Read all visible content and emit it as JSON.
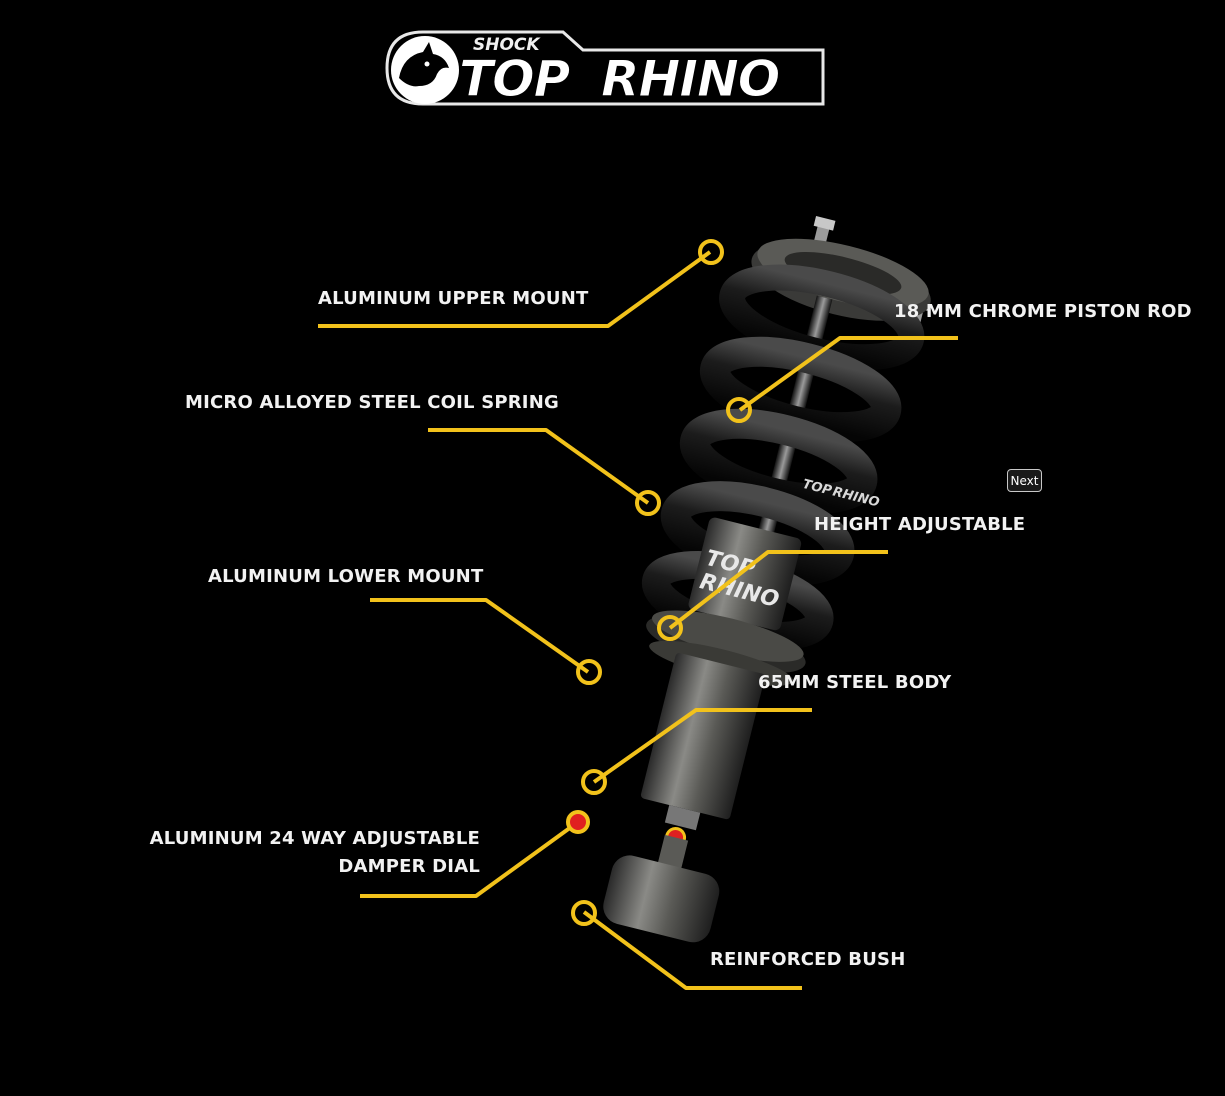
{
  "logo": {
    "small_text": "SHOCK",
    "wordmark_part1": "TOP",
    "wordmark_part2": "RHINO"
  },
  "callouts": [
    {
      "id": "upper-mount",
      "label": "ALUMINUM UPPER MOUNT"
    },
    {
      "id": "piston-rod",
      "label": "18 MM CHROME PISTON ROD"
    },
    {
      "id": "coil-spring",
      "label": "MICRO ALLOYED STEEL COIL SPRING"
    },
    {
      "id": "height-adjustable",
      "label": "HEIGHT ADJUSTABLE"
    },
    {
      "id": "lower-mount",
      "label": "ALUMINUM LOWER MOUNT"
    },
    {
      "id": "steel-body",
      "label": "65MM STEEL BODY"
    },
    {
      "id": "damper-dial",
      "label_line1": "ALUMINUM 24 WAY ADJUSTABLE",
      "label_line2": "DAMPER DIAL"
    },
    {
      "id": "reinforced-bush",
      "label": "REINFORCED BUSH"
    }
  ],
  "spring_branding": {
    "part1": "TOP",
    "part2": "RHINO"
  },
  "controls": {
    "next_label": "Next"
  },
  "colors": {
    "background": "#000000",
    "callout_line": "#f2c21b",
    "label_text": "#f2f2f2",
    "dial_marker": "#e02020"
  }
}
